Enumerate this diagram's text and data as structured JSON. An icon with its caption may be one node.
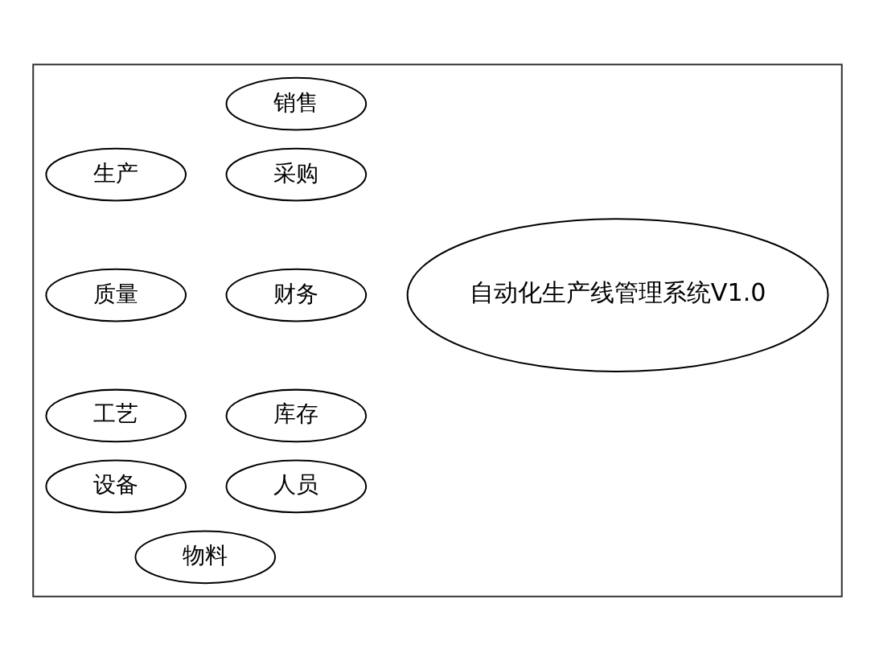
{
  "diagram": {
    "nodes": [
      {
        "text": [],
        "shape": "box"
      },
      {
        "text": [
          "销售"
        ],
        "in": 0
      },
      {
        "text": [
          "生产"
        ],
        "in": 0
      },
      {
        "text": [
          "采购"
        ],
        "in": 0
      },
      {
        "text": [
          "质量"
        ],
        "in": 0
      },
      {
        "text": [
          "自动化生产线管理系统V1.0"
        ],
        "in": 0
      },
      {
        "text": [
          "财务"
        ],
        "in": 0
      },
      {
        "text": [
          "工艺"
        ],
        "in": 0
      },
      {
        "text": [
          "库存"
        ],
        "in": 0
      },
      {
        "text": [
          "设备"
        ],
        "in": 0
      },
      {
        "text": [
          "人员"
        ],
        "in": 0
      },
      {
        "text": [
          "物料"
        ],
        "in": 0
      }
    ],
    "edges": []
  }
}
